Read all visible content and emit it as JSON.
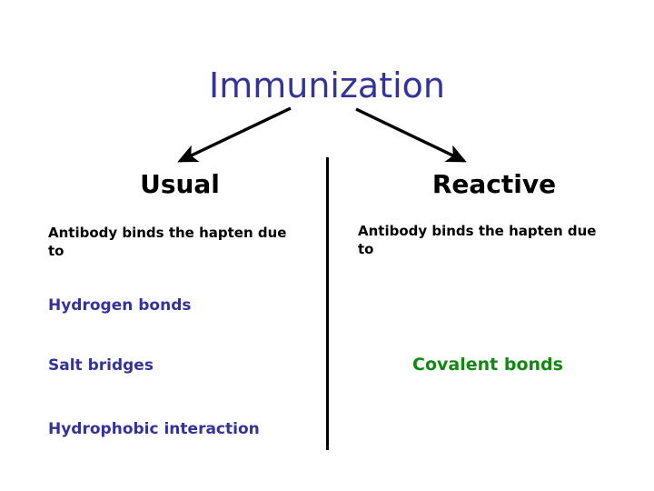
{
  "slide": {
    "title": "Immunization",
    "background_color": "#ffffff",
    "title_color": "#333399",
    "arrow_color": "#000000",
    "divider_color": "#000000",
    "columns": [
      {
        "id": "usual",
        "heading": "Usual",
        "heading_color": "#000000",
        "lead_text": "Antibody binds the hapten due to",
        "lead_color": "#000000",
        "items": [
          {
            "label": "Hydrogen bonds",
            "color": "#333399"
          },
          {
            "label": "Salt bridges",
            "color": "#333399"
          },
          {
            "label": "Hydrophobic interaction",
            "color": "#333399"
          }
        ]
      },
      {
        "id": "reactive",
        "heading": "Reactive",
        "heading_color": "#000000",
        "lead_text": "Antibody binds the hapten due to",
        "lead_color": "#000000",
        "items": [
          {
            "label": "Covalent bonds",
            "color": "#118811"
          }
        ]
      }
    ],
    "arrows": [
      {
        "name": "arrow-to-usual",
        "direction": "down-left"
      },
      {
        "name": "arrow-to-reactive",
        "direction": "down-right"
      }
    ]
  }
}
